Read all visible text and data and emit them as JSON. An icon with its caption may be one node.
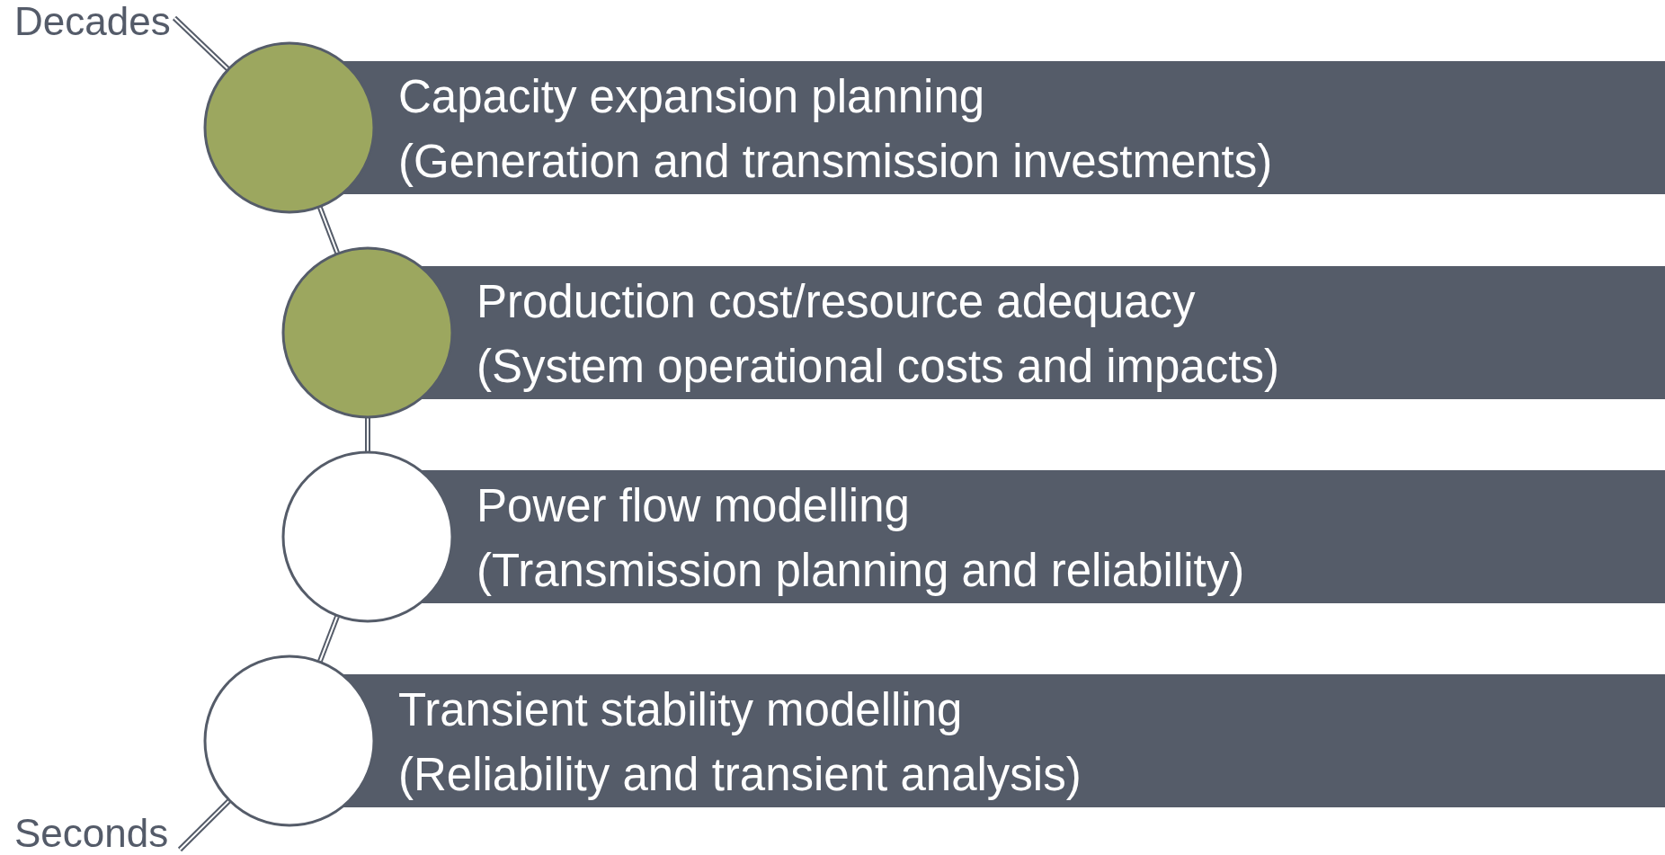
{
  "diagram": {
    "nodes": [
      {
        "text": [
          "Decades"
        ]
      },
      {
        "text": [],
        "shape": "circle"
      },
      {
        "text": [
          "Capacity expansion planning",
          "(Generation and transmission investments)"
        ]
      },
      {
        "text": [],
        "shape": "circle"
      },
      {
        "text": [
          "Production cost/resource adequacy",
          "(System operational costs and impacts)"
        ]
      },
      {
        "text": [],
        "shape": "circle"
      },
      {
        "text": [
          "Power flow modelling",
          "(Transmission planning and reliability)"
        ]
      },
      {
        "text": [],
        "shape": "circle"
      },
      {
        "text": [
          "Transient stability modelling",
          "(Reliability and transient analysis)"
        ]
      },
      {
        "text": [
          "Seconds"
        ]
      }
    ],
    "edges": [
      {
        "from": 0,
        "to": 1,
        "arrow": "none"
      },
      {
        "from": 1,
        "to": 3,
        "arrow": "none"
      },
      {
        "from": 3,
        "to": 5,
        "arrow": "none"
      },
      {
        "from": 5,
        "to": 7,
        "arrow": "none"
      },
      {
        "from": 7,
        "to": 9,
        "arrow": "none"
      }
    ]
  }
}
